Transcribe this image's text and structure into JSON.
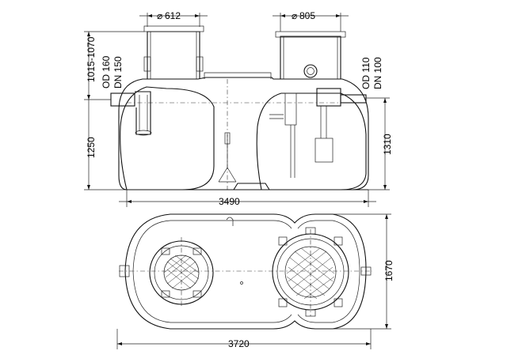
{
  "drawing": {
    "side_view": {
      "diam_left": "612",
      "diam_right": "805",
      "height_inlet": "1015-1070",
      "inlet_od": "OD 160",
      "inlet_dn": "DN 150",
      "outlet_od": "OD 110",
      "outlet_dn": "DN 100",
      "height_left": "1250",
      "height_right": "1310",
      "length": "3490",
      "diameter_symbol": "⌀"
    },
    "plan_view": {
      "length": "3720",
      "width": "1670"
    }
  }
}
